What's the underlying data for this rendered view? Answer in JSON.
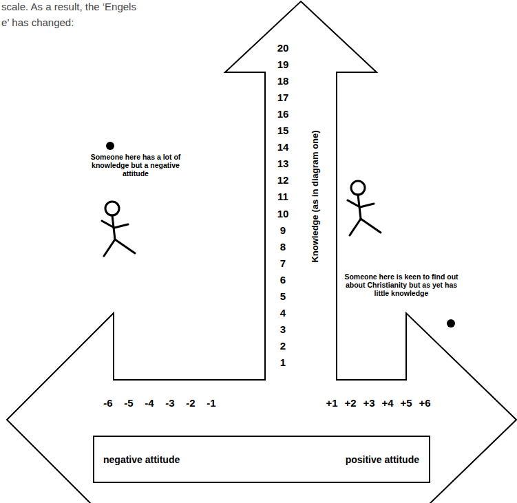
{
  "diagram": {
    "nodes": [
      {
        "text": [
          "negative attitude",
          "positive attitude"
        ]
      }
    ],
    "labels": [
      "scale. As a result, the ‘Engels",
      "e’ has changed:",
      "20",
      "19",
      "18",
      "17",
      "16",
      "15",
      "14",
      "13",
      "12",
      "11",
      "10",
      "9",
      "8",
      "7",
      "6",
      "5",
      "4",
      "3",
      "2",
      "1",
      "Someone here has a lot of knowledge but a negative attitude",
      "Knowledge (as in diagram one)",
      "Someone here is keen to find out about Christianity but as yet has little knowledge",
      "-6",
      "-5",
      "-4",
      "-3",
      "-2",
      "-1",
      "+1",
      "+2",
      "+3",
      "+4",
      "+5",
      "+6"
    ]
  }
}
